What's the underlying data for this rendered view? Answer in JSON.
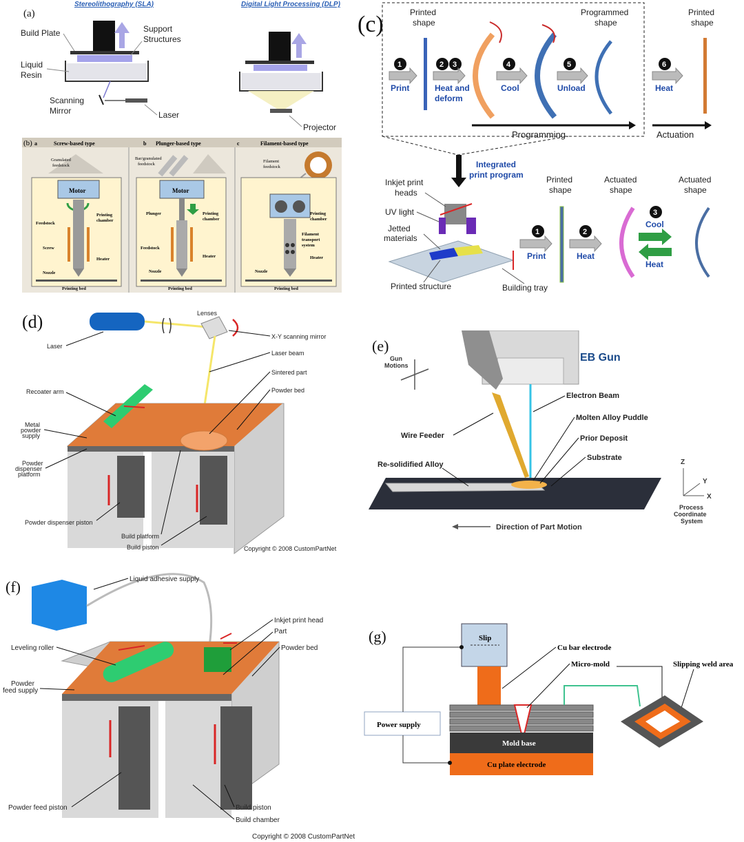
{
  "panels": {
    "a": {
      "label": "(a)",
      "sla_title": "Stereolithography (SLA)",
      "dlp_title": "Digital Light Processing (DLP)",
      "build_plate": "Build Plate",
      "support_l1": "Support",
      "support_l2": "Structures",
      "liquid_l1": "Liquid",
      "liquid_l2": "Resin",
      "mirror_l1": "Scanning",
      "mirror_l2": "Mirror",
      "laser": "Laser",
      "projector": "Projector"
    },
    "b": {
      "label": "(b)",
      "a_letter": "a",
      "b_letter": "b",
      "c_letter": "c",
      "screw_title": "Screw-based type",
      "plunger_title": "Plunger-based type",
      "filament_title": "Filament-based type",
      "granulated_l1": "Granulated",
      "granulated_l2": "feedstock",
      "bar_l1": "Bar/granulated",
      "bar_l2": "feedstock",
      "filament_l1": "Filament",
      "filament_l2": "feedstock",
      "motor": "Motor",
      "feedstock": "Feedstock",
      "printing": "Printing",
      "chamber": "chamber",
      "screw": "Screw",
      "heater": "Heater",
      "nozzle": "Nozzle",
      "printing_bed": "Printing bed",
      "plunger": "Plunger",
      "filament_transport_l1": "Filament",
      "filament_transport_l2": "transport",
      "filament_transport_l3": "system"
    },
    "c": {
      "label": "(c)",
      "printed_shape_l1": "Printed",
      "printed_shape_l2": "shape",
      "programmed_l1": "Programmed",
      "programmed_l2": "shape",
      "step1": "1",
      "step2": "2",
      "step3": "3",
      "step4": "4",
      "step5": "5",
      "step6": "6",
      "print": "Print",
      "heat_and": "Heat and",
      "deform": "deform",
      "cool": "Cool",
      "unload": "Unload",
      "heat": "Heat",
      "programming": "Programming",
      "actuation": "Actuation",
      "integrated_l1": "Integrated",
      "integrated_l2": "print program",
      "inkjet_l1": "Inkjet print",
      "inkjet_l2": "heads",
      "uv_light": "UV light",
      "jetted_l1": "Jetted",
      "jetted_l2": "materials",
      "printed_structure": "Printed structure",
      "building_tray": "Building tray",
      "actuated_l1": "Actuated",
      "actuated_l2": "shape"
    },
    "d": {
      "label": "(d)",
      "lenses": "Lenses",
      "laser": "Laser",
      "xy_mirror": "X-Y scanning mirror",
      "laser_beam": "Laser beam",
      "sintered": "Sintered part",
      "powder_bed": "Powder bed",
      "recoater": "Recoater arm",
      "metal_l1": "Metal",
      "metal_l2": "powder",
      "metal_l3": "supply",
      "dispenser_l1": "Powder",
      "dispenser_l2": "dispenser",
      "dispenser_l3": "platform",
      "dispenser_piston": "Powder dispenser piston",
      "build_platform": "Build platform",
      "build_piston": "Build piston",
      "copyright": "Copyright © 2008 CustomPartNet"
    },
    "e": {
      "label": "(e)",
      "gun_l1": "Gun",
      "gun_l2": "Motions",
      "eb_gun": "EB Gun",
      "electron_beam": "Electron Beam",
      "molten": "Molten Alloy Puddle",
      "wire_feeder": "Wire Feeder",
      "prior_deposit": "Prior Deposit",
      "substrate": "Substrate",
      "resolidified": "Re-solidified Alloy",
      "z": "Z",
      "y": "Y",
      "x": "X",
      "pcs_l1": "Process",
      "pcs_l2": "Coordinate",
      "pcs_l3": "System",
      "direction": "Direction of Part Motion"
    },
    "f": {
      "label": "(f)",
      "adhesive": "Liquid adhesive supply",
      "inkjet": "Inkjet print head",
      "part": "Part",
      "powder_bed": "Powder bed",
      "leveling": "Leveling roller",
      "feed_l1": "Powder",
      "feed_l2": "feed supply",
      "feed_piston": "Powder feed piston",
      "build_piston": "Build piston",
      "build_chamber": "Build chamber",
      "copyright": "Copyright © 2008 CustomPartNet"
    },
    "g": {
      "label": "(g)",
      "slip": "Slip",
      "cu_bar": "Cu bar electrode",
      "micro_mold": "Micro-mold",
      "slipping": "Slipping weld area",
      "power": "Power supply",
      "mold_base": "Mold base",
      "cu_plate": "Cu plate electrode"
    }
  },
  "colors": {
    "orange": "#e8743b",
    "blue_text": "#1f4aa8",
    "panel_b_bg": "#e8e4dc",
    "resin": "#9d9ae0"
  }
}
